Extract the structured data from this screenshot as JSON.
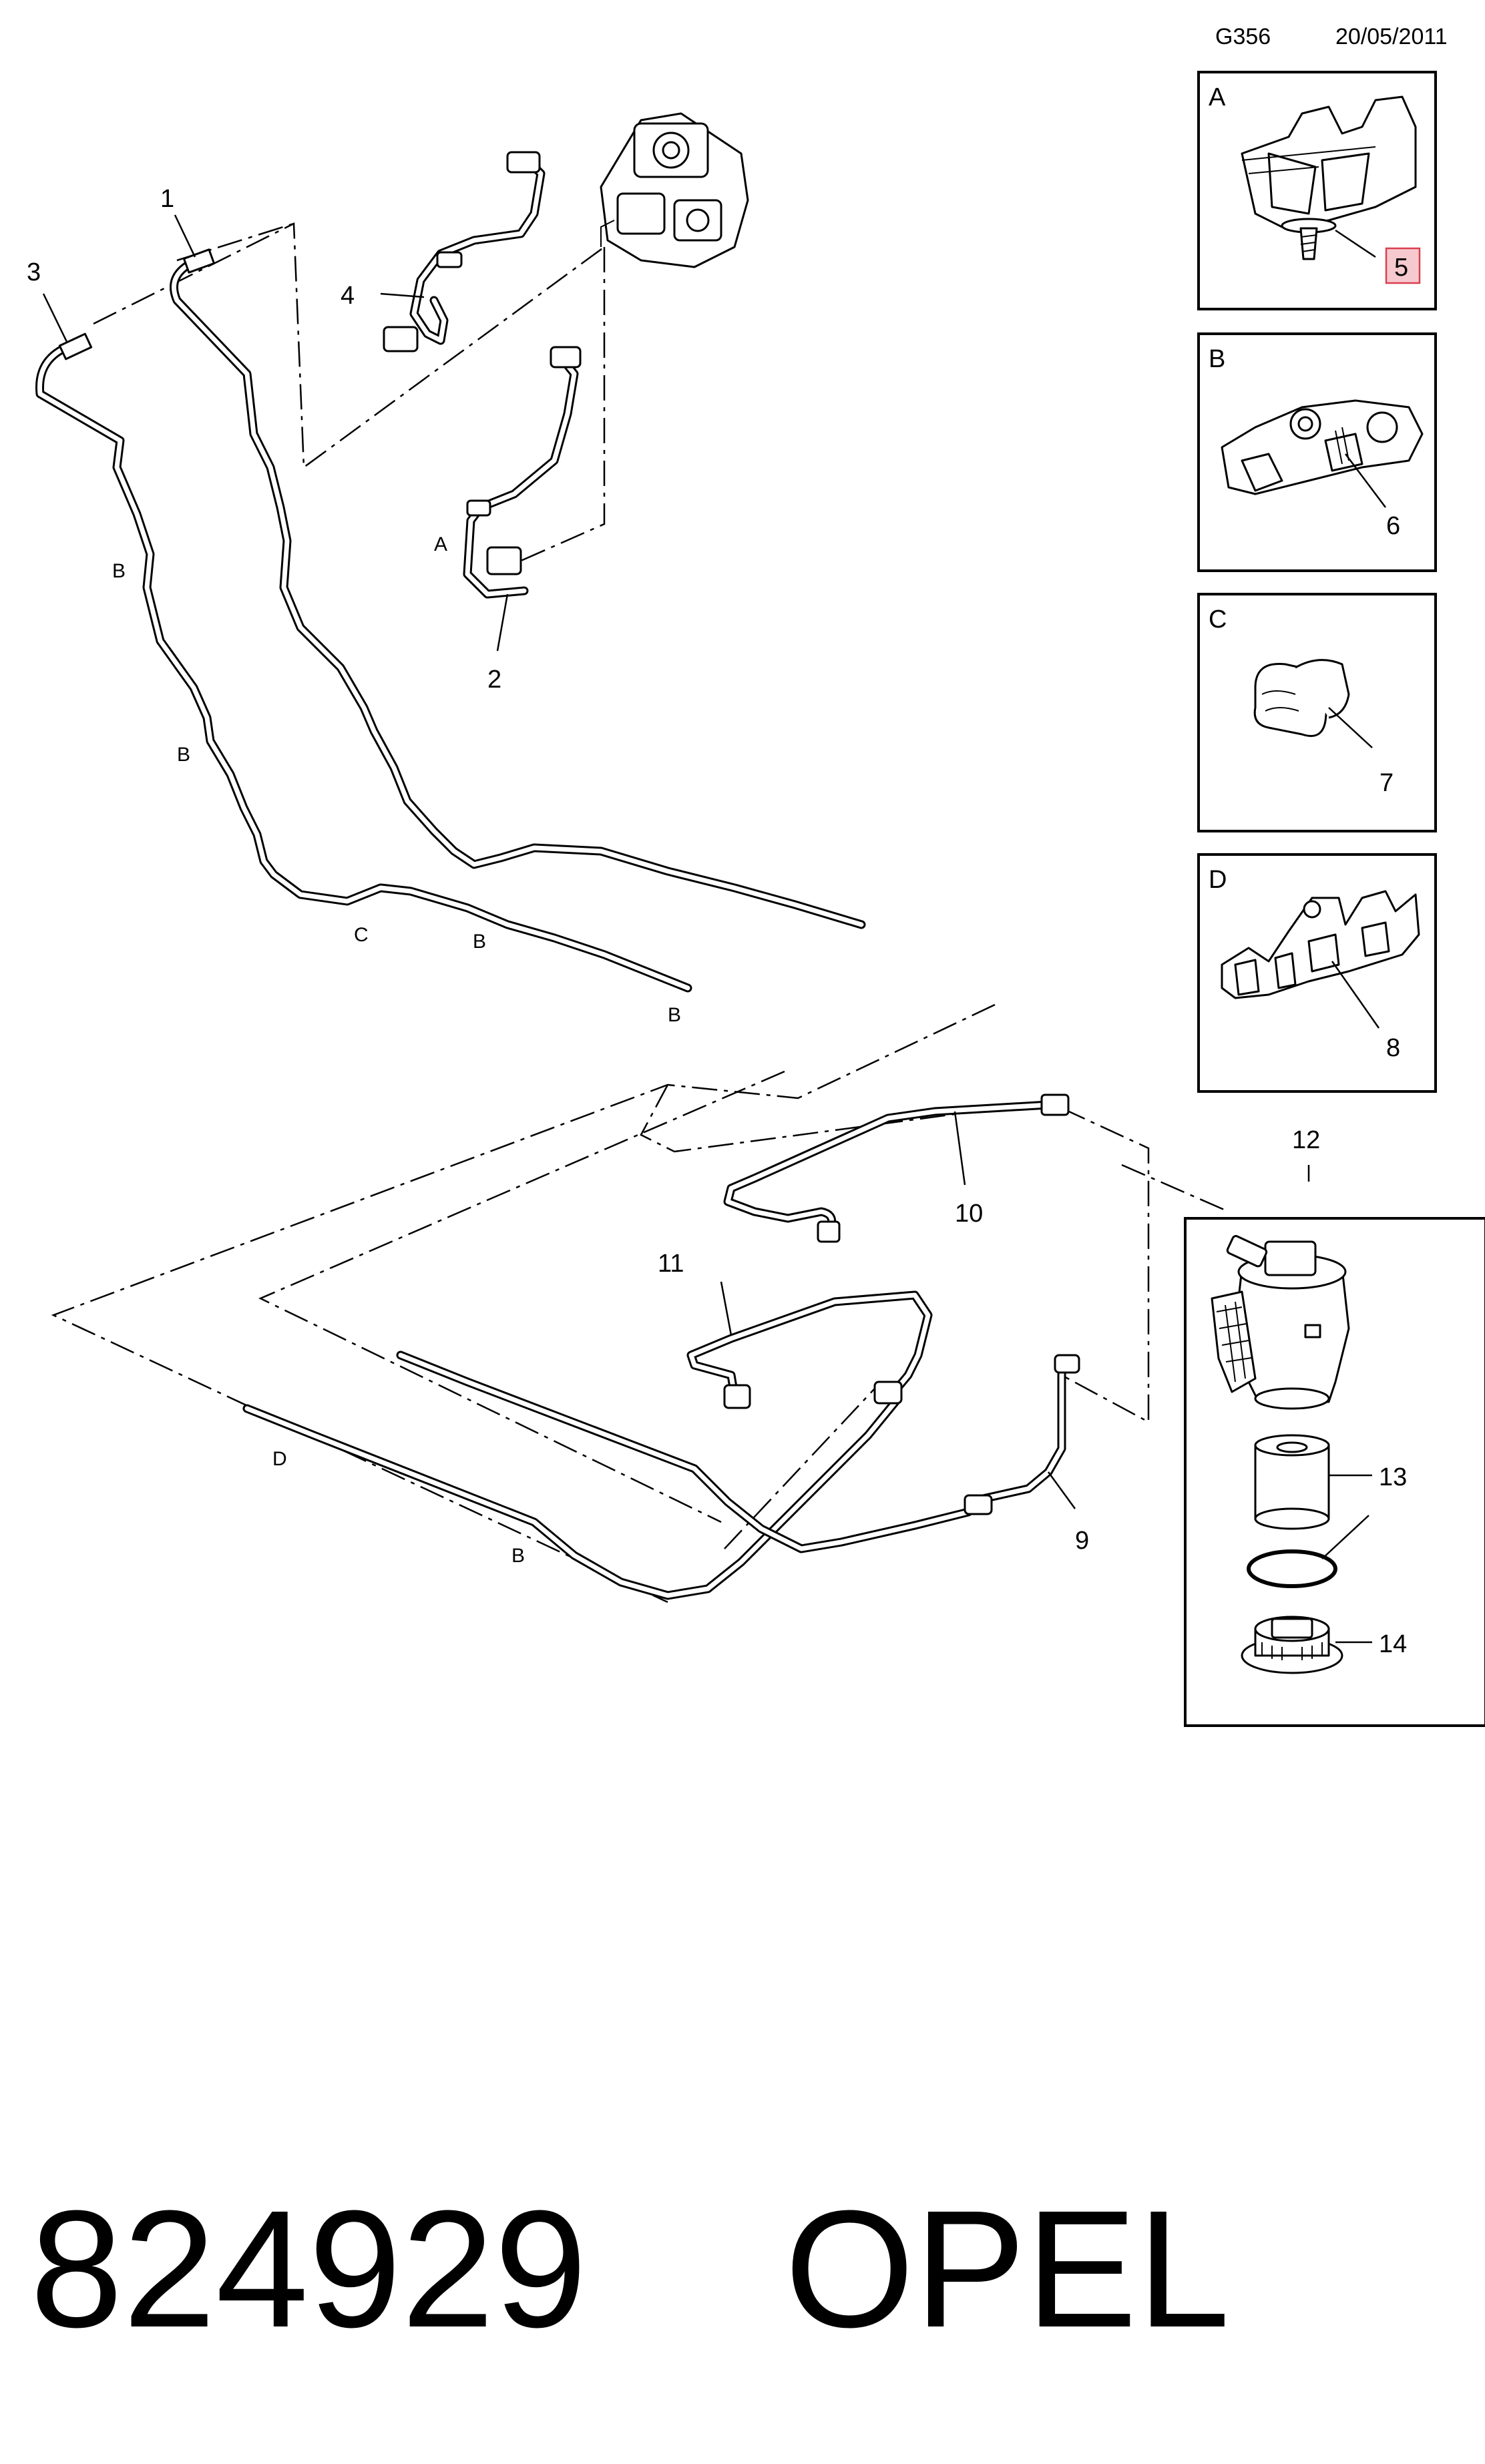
{
  "header": {
    "code": "G356",
    "date": "20/05/2011"
  },
  "part_number": {
    "number": "824929",
    "brand": "OPEL"
  },
  "callouts": [
    "1",
    "2",
    "3",
    "4",
    "5",
    "6",
    "7",
    "8",
    "9",
    "10",
    "11",
    "12",
    "13",
    "14"
  ],
  "clip_markers": {
    "pipe_A": "A",
    "b1": "B",
    "b2": "B",
    "b3": "B",
    "b4": "B",
    "b5": "B",
    "c1": "C",
    "d1": "D"
  },
  "detail_boxes": {
    "A": {
      "letter": "A",
      "part": "5"
    },
    "B": {
      "letter": "B",
      "part": "6"
    },
    "C": {
      "letter": "C",
      "part": "7"
    },
    "D": {
      "letter": "D",
      "part": "8"
    }
  },
  "colors": {
    "highlight_fill": "#f6c9cf",
    "highlight_stroke": "#d9404f"
  }
}
